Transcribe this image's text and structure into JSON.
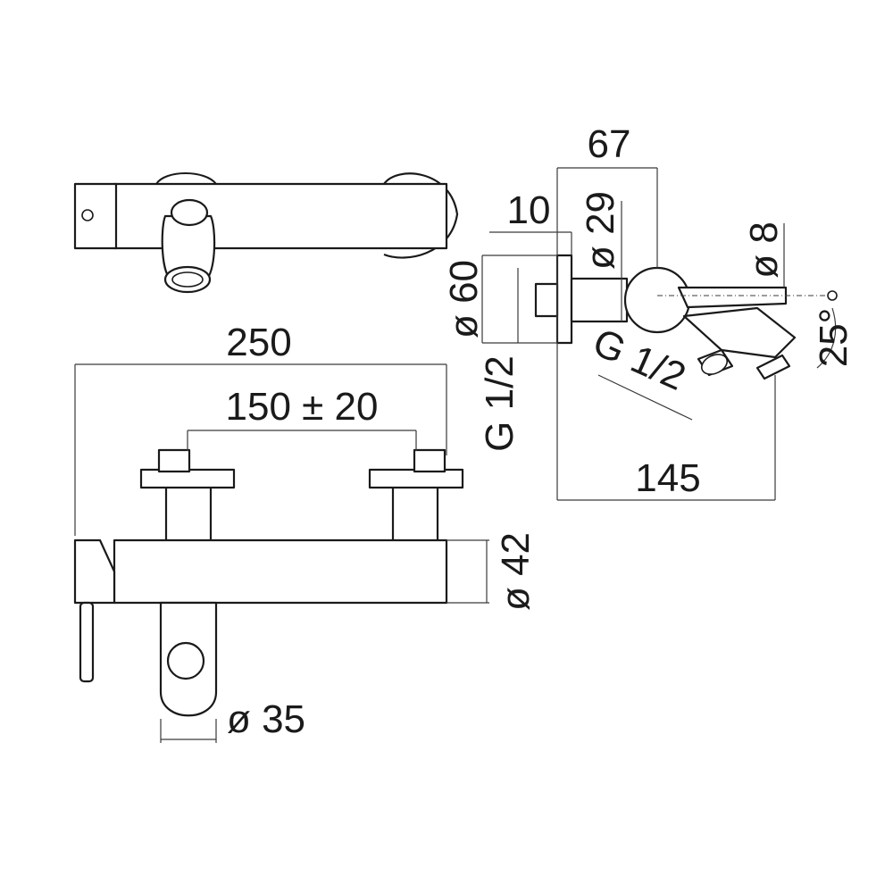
{
  "diagram": {
    "dimensions": {
      "overall_width": "250",
      "inlet_spacing": "150 ± 20",
      "body_diameter": "ø 42",
      "spout_diameter": "ø 35",
      "projection_depth": "67",
      "wall_flange_thickness": "10",
      "flange_diameter": "ø 60",
      "body_diameter_side": "ø 29",
      "lever_diameter": "ø 8",
      "spout_angle": "25°",
      "wall_thread": "G 1/2",
      "outlet_thread": "G 1/2",
      "spout_reach": "145"
    },
    "colors": {
      "stroke": "#1a1a1a",
      "background": "#ffffff"
    }
  }
}
